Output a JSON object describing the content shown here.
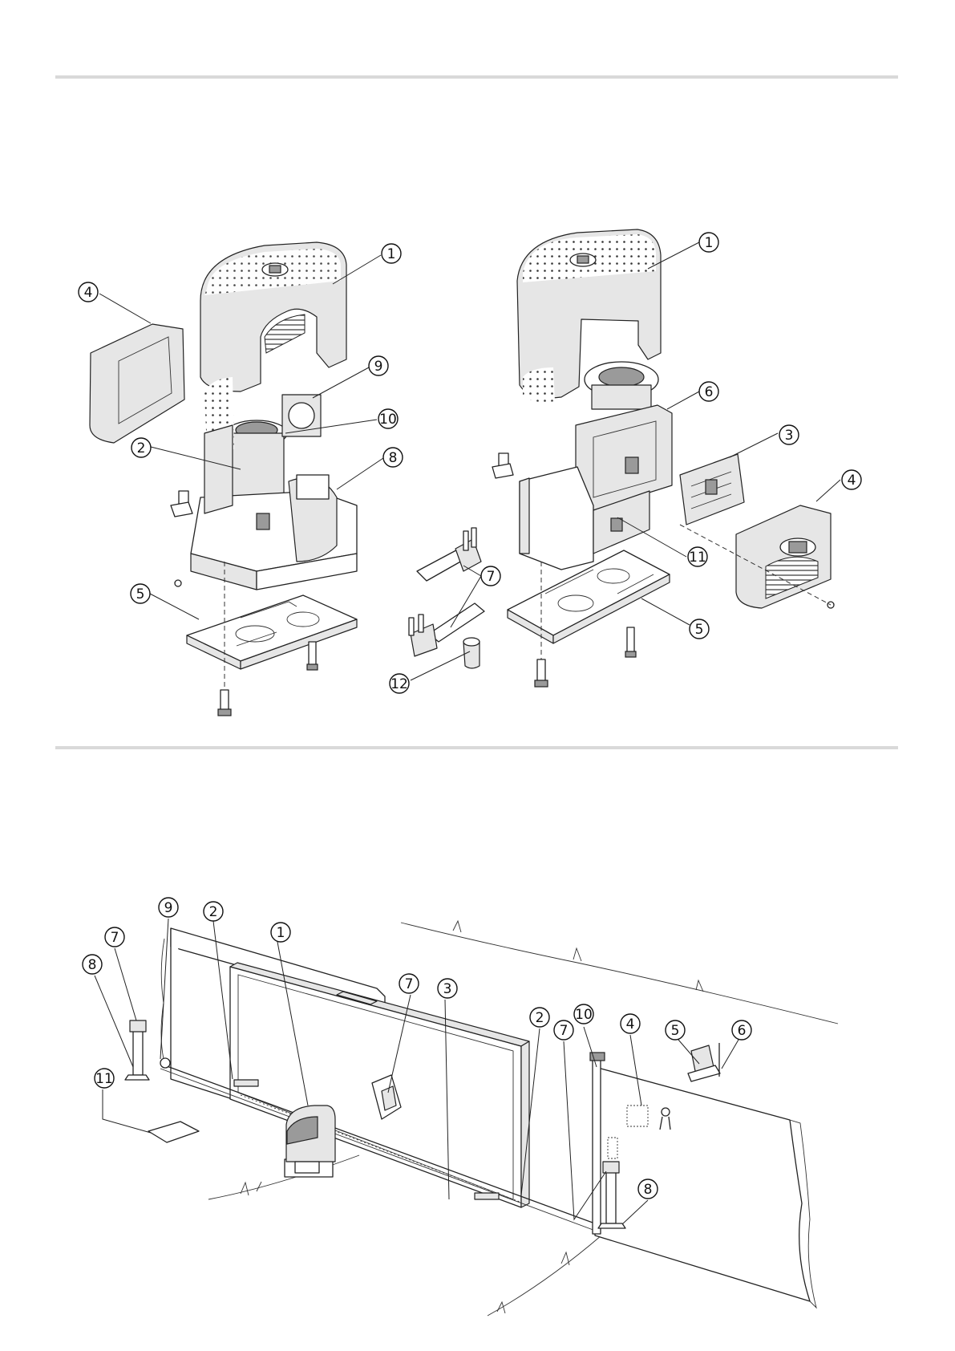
{
  "figure1": {
    "left_unit_labels": [
      {
        "id": "l1",
        "text": "1"
      },
      {
        "id": "l4",
        "text": "4"
      },
      {
        "id": "l9",
        "text": "9"
      },
      {
        "id": "l10",
        "text": "10"
      },
      {
        "id": "l2",
        "text": "2"
      },
      {
        "id": "l8",
        "text": "8"
      },
      {
        "id": "l5",
        "text": "5"
      }
    ],
    "middle_labels": [
      {
        "id": "m7",
        "text": "7"
      },
      {
        "id": "m12",
        "text": "12"
      }
    ],
    "right_unit_labels": [
      {
        "id": "r1",
        "text": "1"
      },
      {
        "id": "r6",
        "text": "6"
      },
      {
        "id": "r3",
        "text": "3"
      },
      {
        "id": "r4",
        "text": "4"
      },
      {
        "id": "r11",
        "text": "11"
      },
      {
        "id": "r5",
        "text": "5"
      }
    ]
  },
  "figure2": {
    "labels": [
      {
        "id": "g9",
        "text": "9"
      },
      {
        "id": "g2a",
        "text": "2"
      },
      {
        "id": "g7a",
        "text": "7"
      },
      {
        "id": "g1",
        "text": "1"
      },
      {
        "id": "g8a",
        "text": "8"
      },
      {
        "id": "g7b",
        "text": "7"
      },
      {
        "id": "g3",
        "text": "3"
      },
      {
        "id": "g11",
        "text": "11"
      },
      {
        "id": "g2b",
        "text": "2"
      },
      {
        "id": "g10",
        "text": "10"
      },
      {
        "id": "g7c",
        "text": "7"
      },
      {
        "id": "g4",
        "text": "4"
      },
      {
        "id": "g5",
        "text": "5"
      },
      {
        "id": "g6",
        "text": "6"
      },
      {
        "id": "g8b",
        "text": "8"
      }
    ]
  },
  "colors": {
    "rule": "#d9d9d9",
    "ink": "#222222",
    "shade": "#9a9a9a",
    "light": "#e6e6e6"
  }
}
